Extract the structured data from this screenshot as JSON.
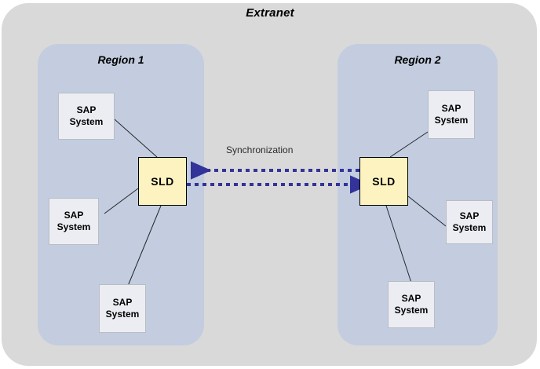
{
  "diagram": {
    "title": "Extranet",
    "background_color": "#d9d9d9",
    "page_background": "#ffffff"
  },
  "regions": [
    {
      "id": "region-1",
      "label": "Region 1",
      "fill_color": "#c3cddf",
      "hub": {
        "label": "SLD",
        "fill_color": "#fdf3c0",
        "border_color": "#000000"
      },
      "nodes": [
        {
          "line1": "SAP",
          "line2": "System",
          "position": "top-left"
        },
        {
          "line1": "SAP",
          "line2": "System",
          "position": "middle-left"
        },
        {
          "line1": "SAP",
          "line2": "System",
          "position": "bottom-left"
        }
      ]
    },
    {
      "id": "region-2",
      "label": "Region 2",
      "fill_color": "#c3cddf",
      "hub": {
        "label": "SLD",
        "fill_color": "#fdf3c0",
        "border_color": "#000000"
      },
      "nodes": [
        {
          "line1": "SAP",
          "line2": "System",
          "position": "top-right"
        },
        {
          "line1": "SAP",
          "line2": "System",
          "position": "middle-right"
        },
        {
          "line1": "SAP",
          "line2": "System",
          "position": "bottom-right"
        }
      ]
    }
  ],
  "connection": {
    "label": "Synchronization",
    "arrow_color": "#333399",
    "style": "bidirectional-dotted",
    "arrows": [
      {
        "direction": "right-to-left"
      },
      {
        "direction": "left-to-right"
      }
    ]
  },
  "colors": {
    "extranet_fill": "#d9d9d9",
    "region_fill": "#c3cddf",
    "sap_fill": "#ebedf2",
    "sld_fill": "#fdf3c0",
    "line_color": "#23282e",
    "sync_color": "#333399",
    "text_color": "#000000"
  }
}
